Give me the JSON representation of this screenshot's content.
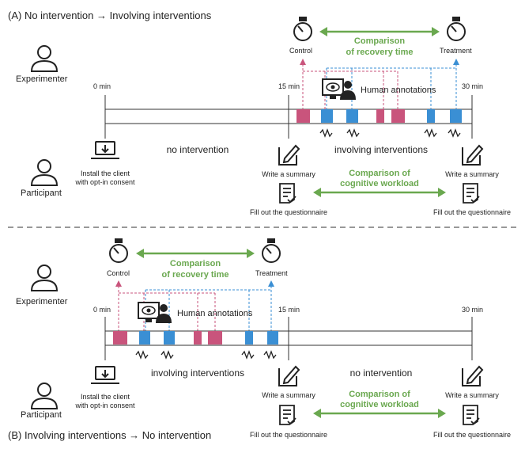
{
  "panel_a": {
    "title": "(A) No intervention → Involving interventions",
    "experimenter": "Experimenter",
    "participant": "Participant",
    "times": [
      "0 min",
      "15 min",
      "30 min"
    ],
    "install": [
      "Install the client",
      "with opt-in consent"
    ],
    "phase_1": "no intervention",
    "phase_2": "involving interventions",
    "control": "Control",
    "treatment": "Treatment",
    "recovery": [
      "Comparison",
      "of recovery time"
    ],
    "workload": [
      "Comparison of",
      "cognitive workload"
    ],
    "annotations": "Human annotations",
    "summary_left": "Write a summary",
    "summary_right": "Write a summary",
    "quest_left": "Fill out the questionnaire",
    "quest_right": "Fill out the questionnaire"
  },
  "panel_b": {
    "title": "(B) Involving interventions → No intervention",
    "experimenter": "Experimenter",
    "participant": "Participant",
    "times": [
      "0 min",
      "15 min",
      "30 min"
    ],
    "install": [
      "Install the client",
      "with opt-in consent"
    ],
    "phase_1": "involving interventions",
    "phase_2": "no intervention",
    "control": "Control",
    "treatment": "Treatment",
    "recovery": [
      "Comparison",
      "of recovery time"
    ],
    "workload": [
      "Comparison of",
      "cognitive workload"
    ],
    "annotations": "Human annotations",
    "summary_left": "Write a summary",
    "summary_right": "Write a summary",
    "quest_left": "Fill out the questionnaire",
    "quest_right": "Fill out the questionnaire"
  },
  "colors": {
    "control": "#c9547c",
    "treatment": "#3a8fd4",
    "comparison": "#6aa84f",
    "text": "#222222"
  },
  "icons": [
    "person-icon",
    "stopwatch-icon",
    "laptop-download-icon",
    "monitor-eye-person-icon",
    "pencil-edit-icon",
    "checklist-icon",
    "squiggle-signal-icon"
  ]
}
